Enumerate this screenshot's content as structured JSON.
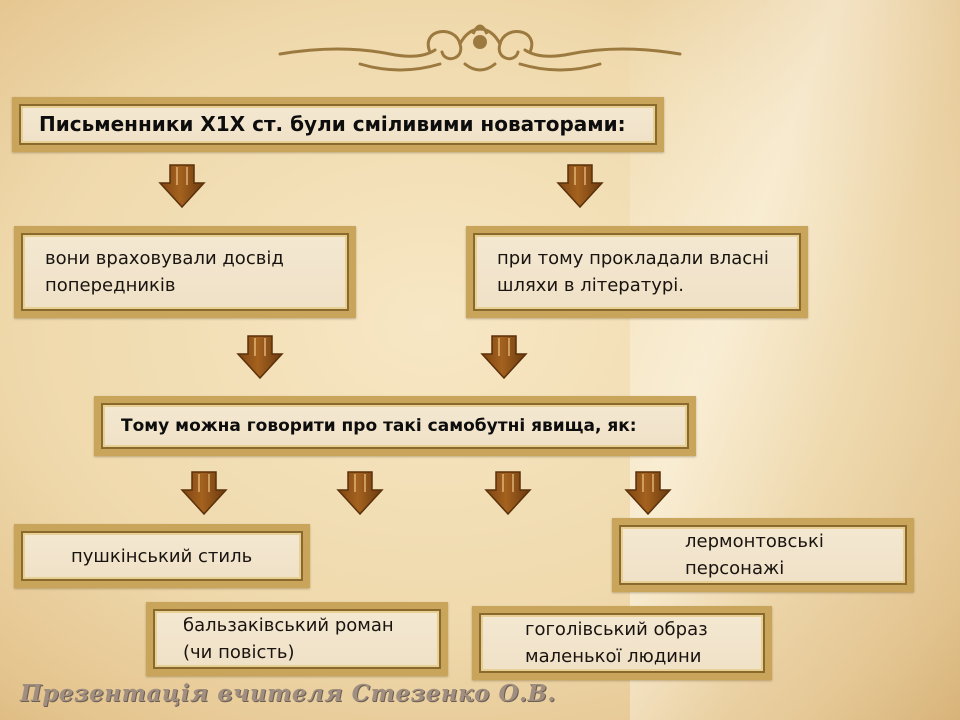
{
  "title": "Письменники Х1Х ст. були сміливими новаторами:",
  "left_statement": "вони враховували досвід\nпопередників",
  "right_statement": "при тому прокладали власні\nшляхи в літературі.",
  "conclusion": "Тому можна говорити про такі самобутні явища, як:",
  "phenomena": {
    "pushkin": "пушкінський стиль",
    "lermontov": "лермонтовські\nперсонажі",
    "balzac": "бальзаківський роман\n(чи повість)",
    "gogol": "гоголівський образ\nмаленької людини"
  },
  "footer": "Презентація вчителя Стезенко О.В.",
  "colors": {
    "arrow": "#a5621f",
    "frame": "#c9a55c",
    "box_fill": "#f4e8d2"
  }
}
